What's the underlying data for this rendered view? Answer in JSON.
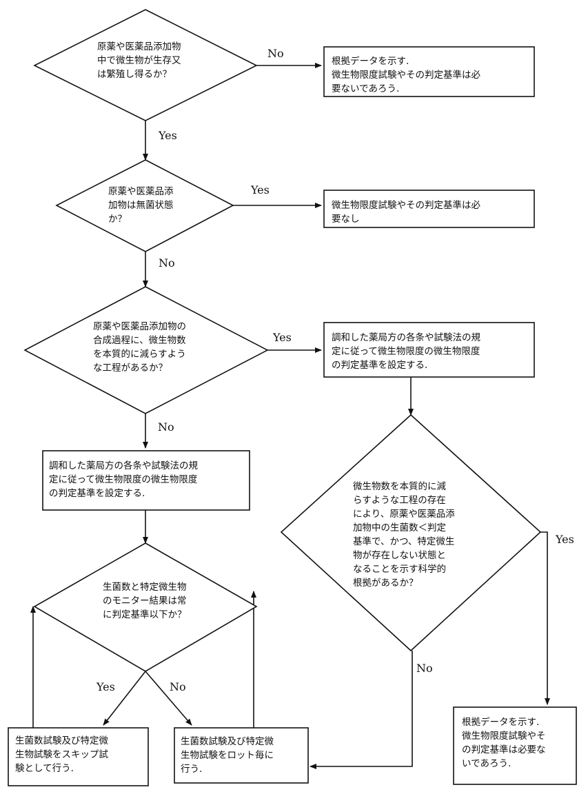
{
  "nodes": {
    "q1": "原薬や医薬品添加物\n中で微生物が生存又\nは繁殖し得るか？",
    "r1": "根拠データを示す.\n微生物限度試験やその判定基準は必\n要ないであろう.",
    "q2": "原薬や医薬品添\n加物は無菌状態\nか？",
    "r2": "微生物限度試験やその判定基準は必\n要なし",
    "q3": "原薬や医薬品添加物の\n合成過程に、微生物数\nを本質的に減らすよう\nな工程があるか？",
    "r3": "調和した薬局方の各条や試験法の規\n定に従って微生物限度の微生物限度\nの判定基準を設定する.",
    "box_left": "調和した薬局方の各条や試験法の規\n定に従って微生物限度の微生物限度\nの判定基準を設定する.",
    "q4": "微生物数を本質的に減\nらすような工程の存在\nにより、原薬や医薬品添\n加物中の生菌数＜判定\n基準で、かつ、特定微生\n物が存在しない状態と\nなることを示す科学的\n根拠があるか？",
    "q5": "生菌数と特定微生物\nのモニター結果は常\nに判定基準以下か？",
    "skip": "生菌数試験及び特定微\n生物試験をスキップ試\n験として行う.",
    "lot": "生菌数試験及び特定微\n生物試験をロット毎に\n行う.",
    "final": "根拠データを示す.\n微生物限度試験やそ\nの判定基準は必要な\nいであろう."
  },
  "edges": {
    "q1_no": "No",
    "q1_yes": "Yes",
    "q2_yes": "Yes",
    "q2_no": "No",
    "q3_yes": "Yes",
    "q3_no": "No",
    "q4_yes": "Yes",
    "q4_no": "No",
    "q5_yes": "Yes",
    "q5_no": "No"
  }
}
